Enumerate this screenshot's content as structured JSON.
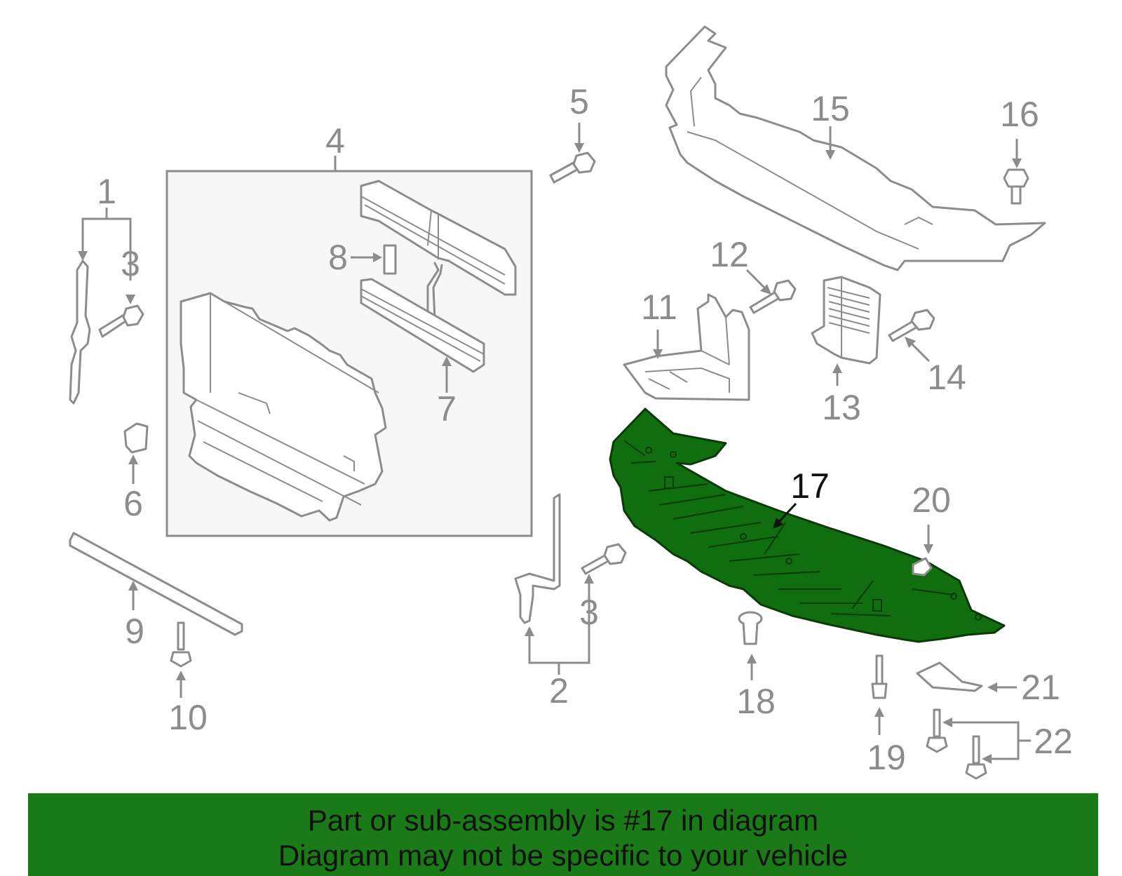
{
  "callouts": {
    "c1": "1",
    "c2": "2",
    "c3a": "3",
    "c3b": "3",
    "c4": "4",
    "c5": "5",
    "c6": "6",
    "c7": "7",
    "c8": "8",
    "c9": "9",
    "c10": "10",
    "c11": "11",
    "c12": "12",
    "c13": "13",
    "c14": "14",
    "c15": "15",
    "c16": "16",
    "c17": "17",
    "c18": "18",
    "c19": "19",
    "c20": "20",
    "c21": "21",
    "c22": "22"
  },
  "highlight": {
    "part_number": "17",
    "color": "#116e0e"
  },
  "banner": {
    "line1": "Part or sub-assembly is #17 in diagram",
    "line2": "Diagram may not be specific to your vehicle",
    "background": "#1a7a17"
  }
}
